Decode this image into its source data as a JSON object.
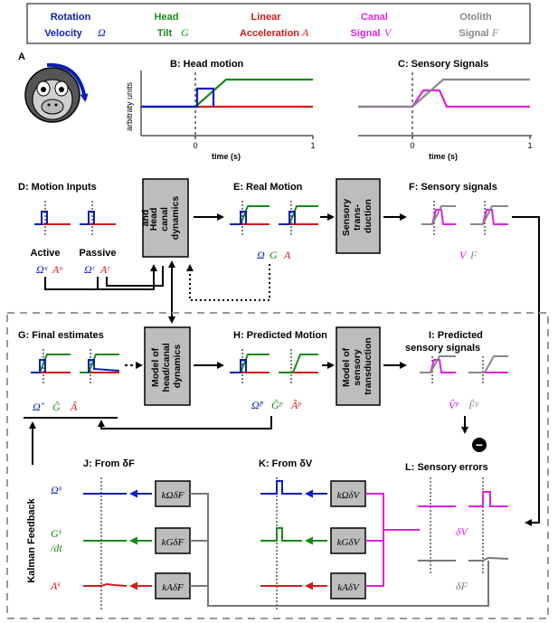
{
  "colors": {
    "rotation": "#0a1fb5",
    "tilt": "#1a8a1a",
    "linear": "#d01c1c",
    "canal": "#e020e0",
    "otolith": "#888888",
    "box": "#bdbdbd"
  },
  "legend": [
    {
      "line1": "Rotation",
      "line2": "Velocity",
      "sym": "Ω",
      "color": "#0a1fb5"
    },
    {
      "line1": "Head",
      "line2": "Tilt",
      "sym": "G",
      "color": "#1a8a1a"
    },
    {
      "line1": "Linear",
      "line2": "Acceleration",
      "sym": "A",
      "color": "#d01c1c"
    },
    {
      "line1": "Canal",
      "line2": "Signal",
      "sym": "V",
      "color": "#e020e0"
    },
    {
      "line1": "Otolith",
      "line2": "Signal",
      "sym": "F",
      "color": "#888888"
    }
  ],
  "panels": {
    "a": "A",
    "b": "B: Head motion",
    "c": "C: Sensory Signals",
    "d": "D: Motion Inputs",
    "e": "E: Real Motion",
    "f": "F: Sensory signals",
    "g": "G: Final estimates",
    "h": "H: Predicted Motion",
    "i1": "I: Predicted",
    "i2": "sensory signals",
    "j": "J: From δF",
    "k": "K: From δV",
    "l": "L: Sensory errors"
  },
  "axes": {
    "ylabel": "arbitraty units",
    "xlabel": "time (s)",
    "ticks": [
      "0",
      "1"
    ]
  },
  "inputs": {
    "active": "Active",
    "passive": "Passive"
  },
  "boxes": {
    "head_canal": [
      "Head",
      "and",
      "canal",
      "dynamics"
    ],
    "sensory": [
      "Sensory",
      "trans-",
      "duction"
    ],
    "model_dyn": [
      "Model of",
      "head/canal",
      "dynamics"
    ],
    "model_sens": [
      "Model of",
      "sensory",
      "transduction"
    ]
  },
  "symbols": {
    "omega_u": "Ωᵘ",
    "a_u": "Aᵘ",
    "omega_e": "Ωᵋ",
    "a_e": "Aᵋ",
    "omega": "Ω",
    "g": "G",
    "a": "A",
    "v": "V",
    "f": "F",
    "omega_hat": "Ω̂",
    "g_hat": "Ĝ",
    "a_hat": "Â",
    "omega_p": "Ω̂ᵖ",
    "g_p": "Ĝᵖ",
    "a_p": "Âᵖ",
    "v_p": "V̂ᵖ",
    "f_p": "F̂ᵖ",
    "omega_k": "Ωᵏ",
    "g_k": "Gᵏ",
    "dt": "/dt",
    "a_k": "Aᵏ",
    "dV": "δV",
    "dF": "δF",
    "minus": "−"
  },
  "gains": {
    "f_omega": "kΩδF",
    "f_g": "kGδF",
    "f_a": "kAδF",
    "v_omega": "kΩδV",
    "v_g": "kGδV",
    "v_a": "kAδV"
  },
  "kalman": "Kalman Feedback"
}
